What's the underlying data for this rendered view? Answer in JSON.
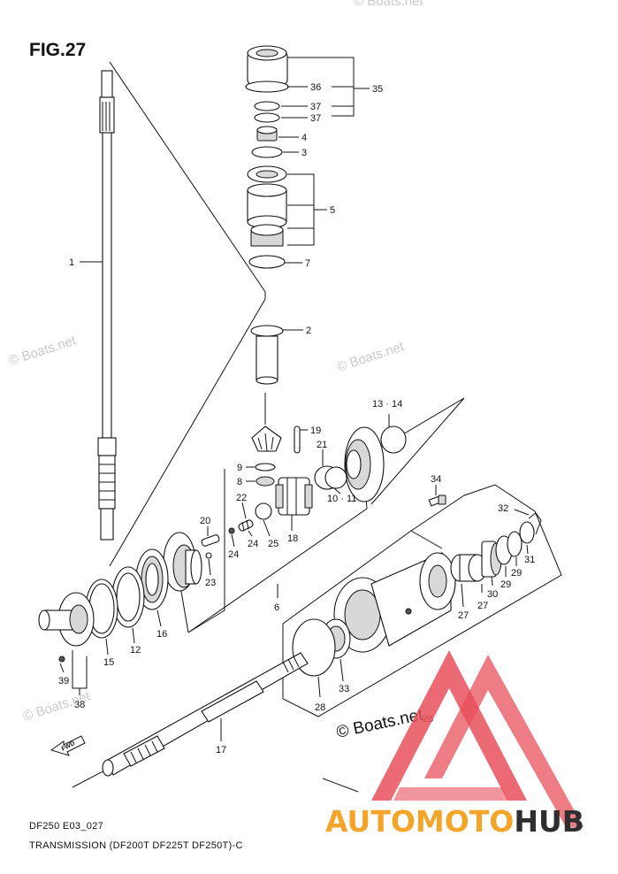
{
  "figure": {
    "title": "FIG.27",
    "code": "DF250 E03_027",
    "caption": "TRANSMISSION (DF200T DF225T DF250T)-C"
  },
  "callouts": {
    "c1": "1",
    "c2": "2",
    "c3": "3",
    "c4": "4",
    "c5": "5",
    "c6": "6",
    "c7": "7",
    "c8": "8",
    "c9": "9",
    "c10_11": "10 · 11",
    "c12": "12",
    "c13_14": "13 · 14",
    "c15": "15",
    "c16": "16",
    "c17": "17",
    "c18": "18",
    "c19": "19",
    "c20": "20",
    "c21": "21",
    "c22": "22",
    "c23": "23",
    "c24a": "24",
    "c24b": "24",
    "c25": "25",
    "c26": "26",
    "c27a": "27",
    "c27b": "27",
    "c28": "28",
    "c29a": "29",
    "c29b": "29",
    "c30": "30",
    "c31": "31",
    "c32": "32",
    "c33": "33",
    "c34": "34",
    "c35": "35",
    "c36": "36",
    "c37a": "37",
    "c37b": "37",
    "c38": "38",
    "c39": "39"
  },
  "watermarks": {
    "w1": "© Boats.net",
    "w2": "© Boats.net",
    "w3": "© Boats.net",
    "w4": "© Boats.net",
    "w5": "© Boats.net"
  },
  "fwd_label": "FWD",
  "brand": {
    "part1": "AUTOMOTO",
    "part2": "HUB"
  },
  "colors": {
    "logo_red": "#e8505b",
    "logo_orange": "#f3a52a",
    "ink": "#111111"
  }
}
